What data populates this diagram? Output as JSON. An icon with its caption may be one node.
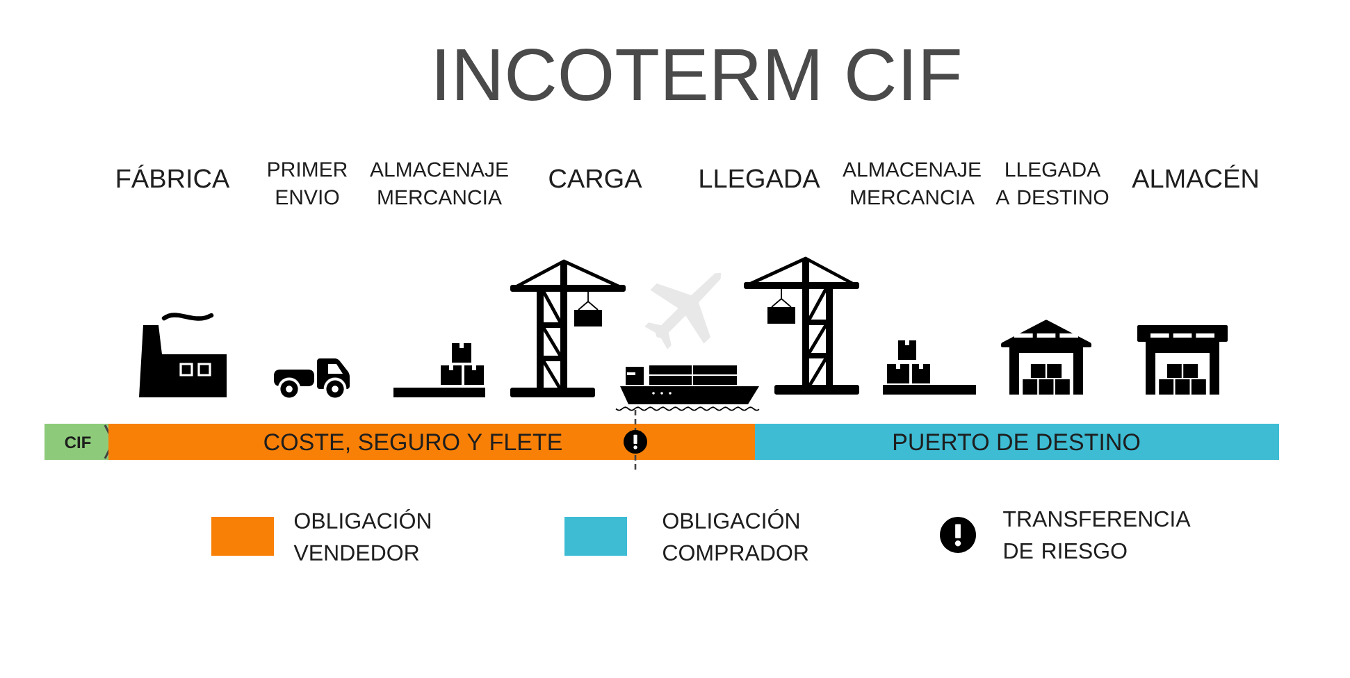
{
  "diagram": {
    "title": "INCOTERM CIF",
    "nodes": [
      {
        "text": [
          "CIF"
        ]
      },
      {
        "text": [
          "COSTE, SEGURO Y FLETE"
        ]
      },
      {
        "text": [
          "PUERTO DE DESTINO"
        ]
      }
    ],
    "labels": [
      "FÁBRICA",
      "PRIMER ENVIO",
      "ALMACENAJE MERCANCIA",
      "CARGA",
      "LLEGADA",
      "ALMACENAJE MERCANCIA",
      "LLEGADA A DESTINO",
      "ALMACÉN"
    ],
    "legend": [
      {
        "text": "OBLIGACIÓN VENDEDOR",
        "color": "#f98006"
      },
      {
        "text": "OBLIGACIÓN COMPRADOR",
        "color": "#3dbcd4"
      },
      {
        "text": "TRANSFERENCIA DE RIESGO"
      }
    ]
  }
}
